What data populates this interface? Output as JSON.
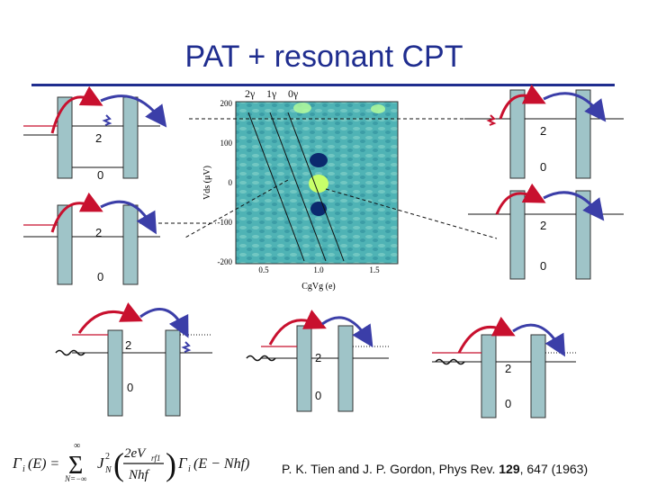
{
  "title": "PAT + resonant CPT",
  "gamma_labels": [
    "2γ",
    "1γ",
    "0γ"
  ],
  "plot": {
    "y_ticks": [
      "200",
      "100",
      "0",
      "-100",
      "-200"
    ],
    "x_ticks": [
      "0.5",
      "1.0",
      "1.5"
    ],
    "y_label": "Vds (μV)",
    "x_label": "CgVg (e)"
  },
  "levels": {
    "two": "2",
    "zero": "0"
  },
  "citation": {
    "prefix": "P. K. Tien and J. P. Gordon, Phys Rev. ",
    "volume": "129",
    "suffix": ", 647 (1963)"
  },
  "formula": "Γi(E) = Σ J²N(2eVrf1/Nhf) Γi(E − Nhf), N = −∞ … ∞",
  "colors": {
    "title": "#1f2d8f",
    "red_arrow": "#c8102e",
    "blue_arrow": "#3b3ea8",
    "barrier": "#9fc4c8",
    "plot_bg": "#4fb3b5"
  }
}
